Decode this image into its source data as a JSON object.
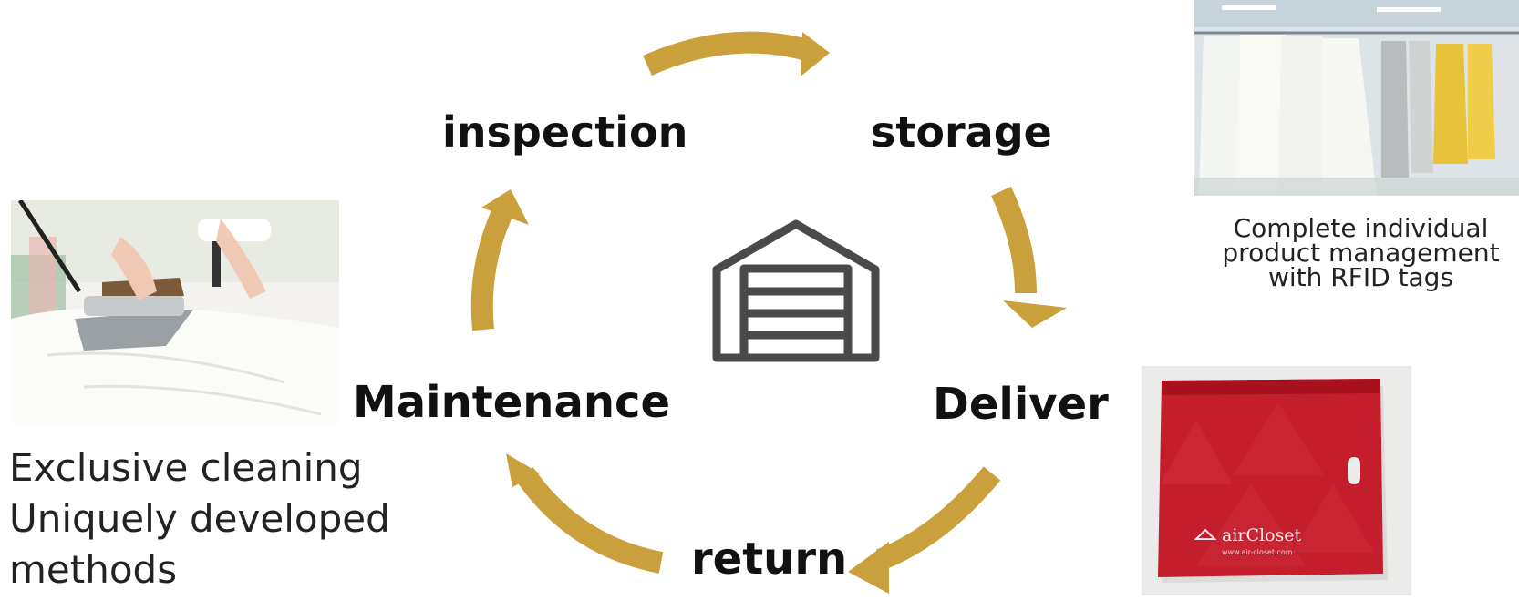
{
  "cycle": {
    "steps": [
      "inspection",
      "storage",
      "Deliver",
      "return",
      "Maintenance"
    ],
    "arrow_color": "#c9a03c"
  },
  "center_icon": "warehouse-icon",
  "captions": {
    "storage": [
      "Complete individual",
      "product management",
      "with RFID tags"
    ],
    "maintenance": [
      "Exclusive cleaning",
      "Uniquely developed",
      "methods"
    ]
  },
  "bag": {
    "brand": "airCloset",
    "url": "www.air-closet.com"
  }
}
